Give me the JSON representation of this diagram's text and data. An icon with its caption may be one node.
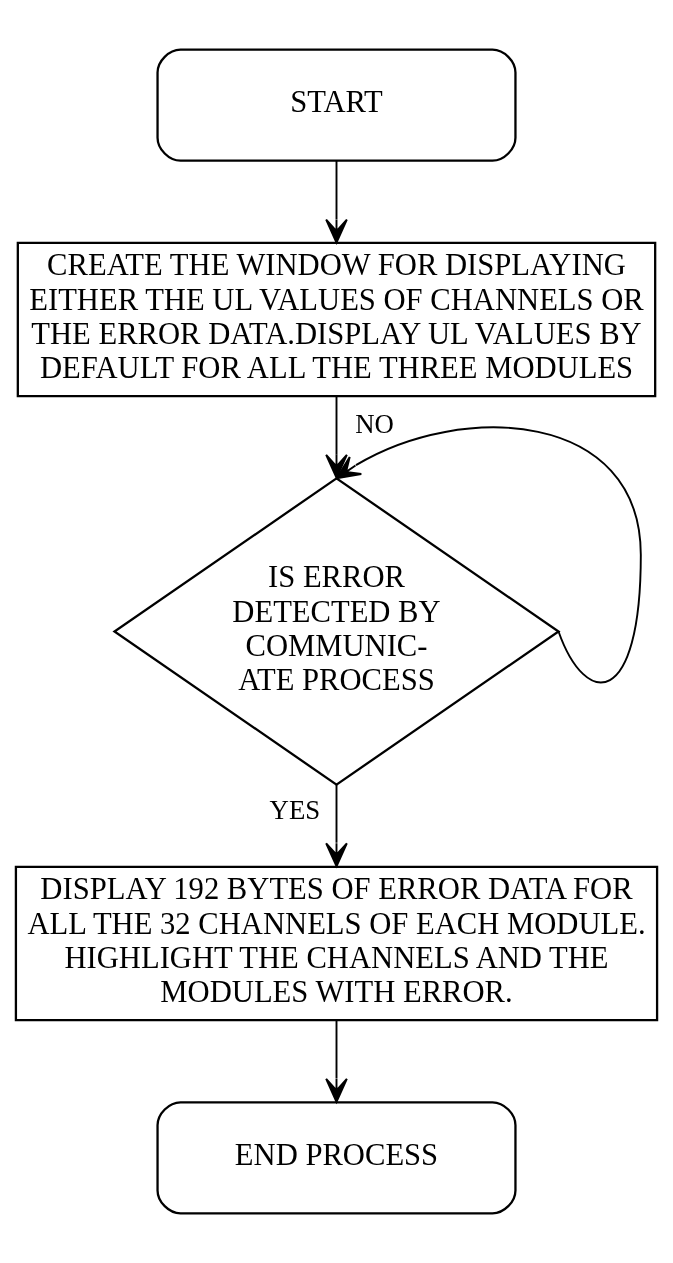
{
  "diagram": {
    "nodes": [
      {
        "text": [
          "START"
        ]
      },
      {
        "text": [
          "CREATE THE WINDOW FOR DISPLAYING EITHER THE UL VALUES OF CHANNELS OR THE ERROR DATA.DISPLAY UL VALUES BY DEFAULT FOR ALL THE THREE MODULES"
        ]
      },
      {
        "text": [
          "IS ERROR DETECTED BY COMMUNIC- ATE PROCESS"
        ]
      },
      {
        "text": [
          "DISPLAY 192 BYTES OF ERROR DATA FOR ALL THE 32 CHANNELS OF EACH MODULE. HIGHLIGHT THE CHANNELS AND THE MODULES WITH ERROR."
        ]
      },
      {
        "text": [
          "END PROCESS"
        ]
      }
    ],
    "edges": [
      {
        "from": 0,
        "to": 1,
        "arrow": "to"
      },
      {
        "from": 1,
        "to": 2,
        "arrow": "to"
      },
      {
        "from": 2,
        "to": 2,
        "arrow": "to",
        "label": "NO"
      },
      {
        "from": 2,
        "to": 3,
        "arrow": "to",
        "label": "YES"
      },
      {
        "from": 3,
        "to": 4,
        "arrow": "to"
      }
    ]
  }
}
